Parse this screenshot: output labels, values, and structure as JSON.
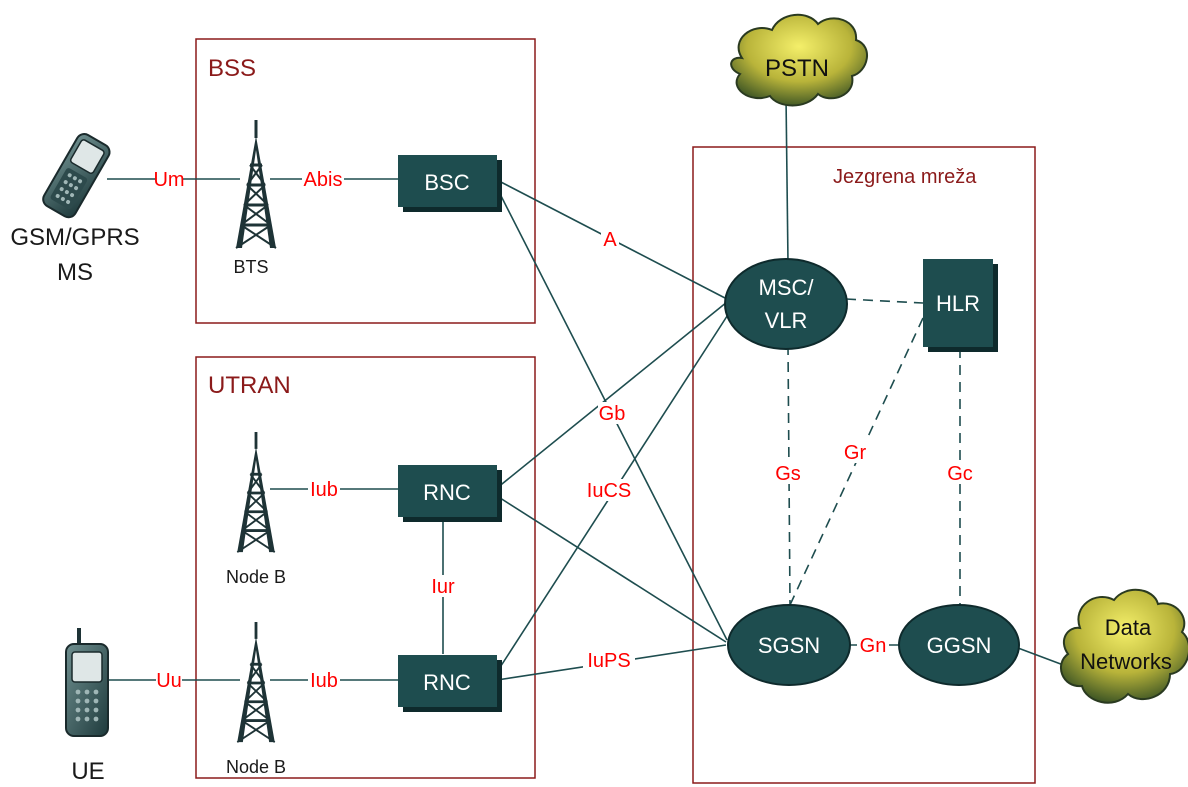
{
  "groups": {
    "bss": "BSS",
    "utran": "UTRAN",
    "core": "Jezgrena mreža"
  },
  "devices": {
    "ms_line1": "GSM/GPRS",
    "ms_line2": "MS",
    "bts": "BTS",
    "node_b_1": "Node B",
    "node_b_2": "Node B",
    "ue": "UE"
  },
  "nodes": {
    "bsc": "BSC",
    "rnc_1": "RNC",
    "rnc_2": "RNC",
    "msc_line1": "MSC/",
    "msc_line2": "VLR",
    "hlr": "HLR",
    "sgsn": "SGSN",
    "ggsn": "GGSN"
  },
  "clouds": {
    "pstn": "PSTN",
    "data_line1": "Data",
    "data_line2": "Networks"
  },
  "interfaces": {
    "um": "Um",
    "abis": "Abis",
    "a": "A",
    "gb": "Gb",
    "iub_1": "Iub",
    "iub_2": "Iub",
    "iur": "Iur",
    "uu": "Uu",
    "iucs": "IuCS",
    "iups": "IuPS",
    "gs": "Gs",
    "gr": "Gr",
    "gc": "Gc",
    "gn": "Gn"
  },
  "colors": {
    "node_fill": "#1e4d4f",
    "link": "#1e4d4f",
    "frame": "#8b1a1a",
    "interface_label": "#ff0000",
    "cloud_fill": "#b8b63a"
  }
}
